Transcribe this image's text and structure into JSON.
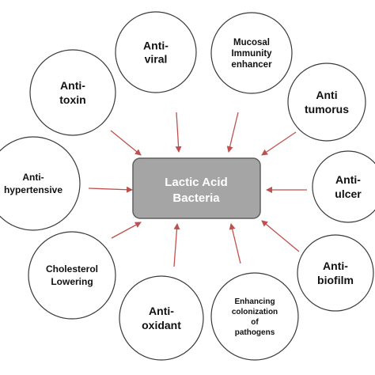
{
  "colors": {
    "arrow": "#c0504d",
    "center_fill": "#a5a5a5",
    "center_stroke": "#5f5f5f",
    "circle_stroke": "#3a3a3a"
  },
  "center": {
    "lines": [
      "Lactic Acid",
      "Bacteria"
    ]
  },
  "nodes": [
    {
      "id": "antiviral",
      "lines": [
        "Anti-",
        "viral"
      ]
    },
    {
      "id": "mucosal",
      "lines": [
        "Mucosal",
        "Immunity",
        "enhancer"
      ]
    },
    {
      "id": "antitumorus",
      "lines": [
        "Anti",
        "tumorus"
      ]
    },
    {
      "id": "antiulcer",
      "lines": [
        "Anti-",
        "ulcer"
      ]
    },
    {
      "id": "antibiofilm",
      "lines": [
        "Anti-",
        "biofilm"
      ]
    },
    {
      "id": "colonization",
      "lines": [
        "Enhancing",
        "colonization",
        "of",
        "pathogens"
      ]
    },
    {
      "id": "antioxidant",
      "lines": [
        "Anti-",
        "oxidant"
      ]
    },
    {
      "id": "cholesterol",
      "lines": [
        "Cholesterol",
        "Lowering"
      ]
    },
    {
      "id": "antihypertensive",
      "lines": [
        "Anti-",
        "hypertensive"
      ]
    },
    {
      "id": "antitoxin",
      "lines": [
        "Anti-",
        "toxin"
      ]
    }
  ]
}
